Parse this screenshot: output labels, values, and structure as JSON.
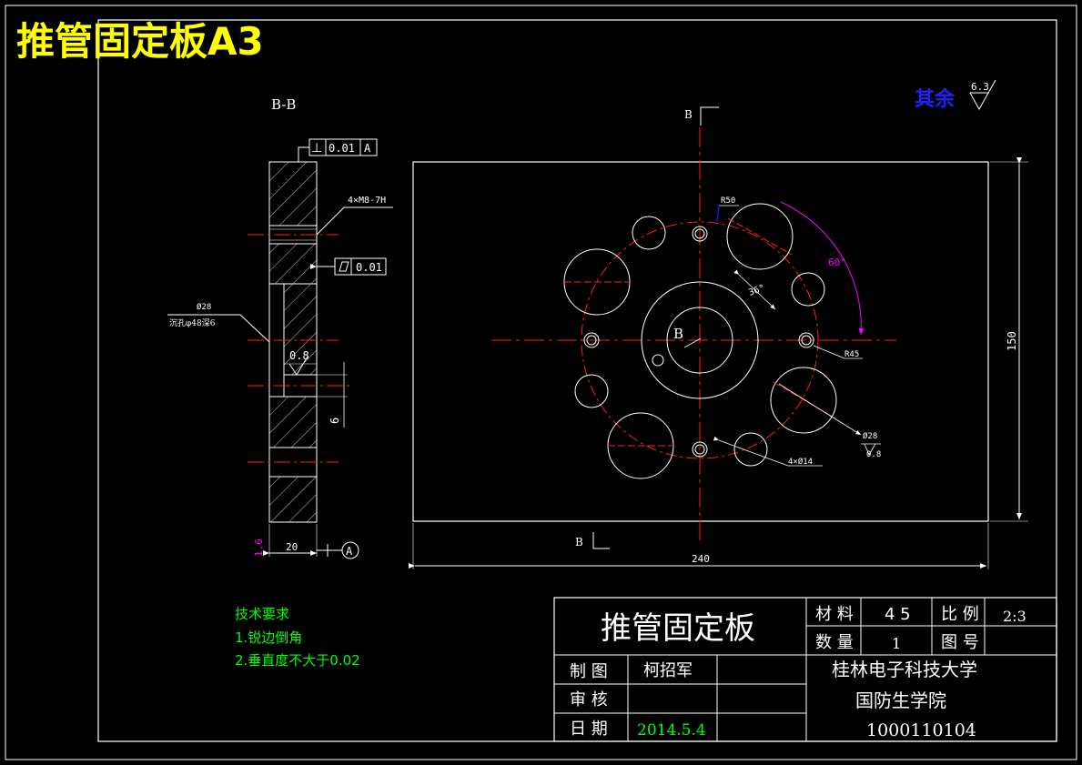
{
  "sheet_title": "推管固定板A3",
  "section_label": "B-B",
  "roughness_note": {
    "label": "其余",
    "value": "6.3"
  },
  "section_view": {
    "gdt_perp": {
      "symbol": "⊥",
      "tol": "0.01",
      "datum": "A"
    },
    "gdt_flat": {
      "symbol": "▱",
      "tol": "0.01"
    },
    "thread_callout": "4×M8-7H",
    "counterbore_dia": "Ø28",
    "counterbore_note": "沉孔φ48深6",
    "roughness_inner": "0.8",
    "dim_depth": "6",
    "dim_thickness": "20",
    "roughness_edge": "1.6",
    "datum_label": "A"
  },
  "plan_view": {
    "section_mark_top": "B",
    "section_mark_bottom": "B",
    "center_label": "B",
    "r50": "R50",
    "r45": "R45",
    "angle_60": "60°",
    "angle_36": "36°",
    "hole_dia": "Ø28",
    "hole_finish": "0.8",
    "holes_small": "4×Ø14",
    "dim_width": "240",
    "dim_height": "150"
  },
  "tech_requirements": {
    "heading": "技术要求",
    "items": [
      "1.锐边倒角",
      "2.垂直度不大于0.02"
    ]
  },
  "title_block": {
    "part_name": "推管固定板",
    "material_label": "材 料",
    "material_value": "4 5",
    "scale_label": "比 例",
    "scale_value": "2:3",
    "qty_label": "数 量",
    "qty_value": "1",
    "drawing_no_label": "图 号",
    "drawn_label": "制 图",
    "drawn_value": "柯招军",
    "check_label": "审 核",
    "date_label": "日 期",
    "date_value": "2014.5.4",
    "school": "桂林电子科技大学",
    "college": "国防生学院",
    "student_id": "1000110104"
  },
  "colors": {
    "background": "#000000",
    "line": "#ffffff",
    "center_line": "#ff2020",
    "title_yellow": "#ffff00",
    "roughness_blue": "#2020ff",
    "dim_magenta": "#ff00ff",
    "tech_green": "#00ff00"
  }
}
